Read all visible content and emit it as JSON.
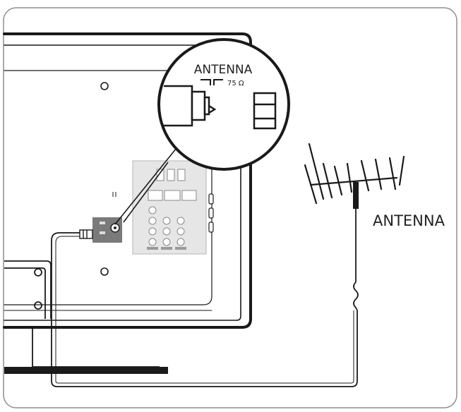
{
  "labels": {
    "callout_title": "ANTENNA",
    "callout_impedance": "75 Ω",
    "antenna_label": "ANTENNA"
  },
  "colors": {
    "stroke": "#1a1a1a",
    "panel_gray": "#7a7a7a",
    "frame_border": "#8f8f8f",
    "io_panel": "#e6e6e6"
  }
}
